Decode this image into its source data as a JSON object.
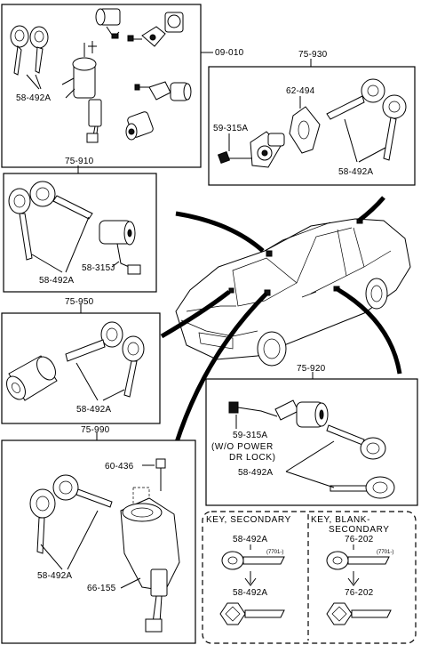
{
  "callouts": {
    "c09010": "09-010",
    "c75930": "75-930",
    "c75910": "75-910",
    "c75950": "75-950",
    "c75920": "75-920",
    "c75990": "75-990"
  },
  "parts": {
    "p58492A": "58-492A",
    "p62494": "62-494",
    "p59315A": "59-315A",
    "p58315J": "58-315J",
    "p60436": "60-436",
    "p66155": "66-155",
    "p76202": "76-202",
    "p7701": "(7701-)"
  },
  "notes": {
    "no_power_1": "(W/O  POWER",
    "no_power_2": "DR  LOCK)"
  },
  "legend": {
    "secondary_title": "KEY, SECONDARY",
    "blank_title_1": "KEY, BLANK-",
    "blank_title_2": "SECONDARY"
  }
}
